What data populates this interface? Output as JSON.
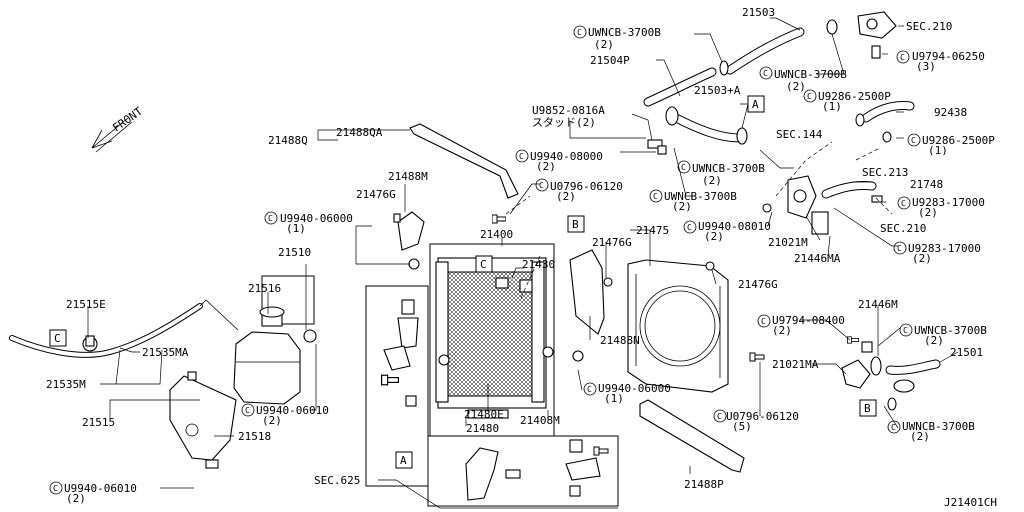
{
  "diagram": {
    "drawing_id": "J21401CH",
    "front_label": "FRONT",
    "labels": {
      "sec210_top": "SEC.210",
      "p21503": "21503",
      "uwncb_top": "UWNCB-3700B",
      "uwncb_top_q": "(2)",
      "u9794_top": "U9794-06250",
      "u9794_top_q": "(3)",
      "p21504p": "21504P",
      "uwncb_2": "UWNCB-3700B",
      "uwncb_2_q": "(2)",
      "u9286_a": "U9286-2500P",
      "u9286_a_q": "(1)",
      "p21503a": "21503+A",
      "p92438": "92438",
      "u9852": "U9852-0816A",
      "u9852_sub": "スタッド(2)",
      "sec144": "SEC.144",
      "u9286_b": "U9286-2500P",
      "u9286_b_q": "(1)",
      "p21488q": "21488Q",
      "p21488qa": "21488QA",
      "u9940_08000": "U9940-08000",
      "u9940_08000_q": "(2)",
      "uwncb_3": "UWNCB-3700B",
      "uwncb_3_q": "(2)",
      "sec213": "SEC.213",
      "p21488m": "21488M",
      "u0796_top": "U0796-06120",
      "u0796_top_q": "(2)",
      "uwncb_4": "UWNCB-3700B",
      "uwncb_4_q": "(2)",
      "p21748": "21748",
      "p21476g_a": "21476G",
      "u9283_a": "U9283-17000",
      "u9283_a_q": "(2)",
      "u9940_06000_a": "U9940-06000",
      "u9940_06000_a_q": "(1)",
      "u9940_08010": "U9940-08010",
      "u9940_08010_q": "(2)",
      "sec210_mid": "SEC.210",
      "p21475": "21475",
      "p21021m": "21021M",
      "p21400": "21400",
      "p21476g_b": "21476G",
      "u9283_b": "U9283-17000",
      "u9283_b_q": "(2)",
      "p21446ma": "21446MA",
      "p21510": "21510",
      "p21430": "21430",
      "p21476g_c": "21476G",
      "p21516": "21516",
      "p21515e": "21515E",
      "p21446m": "21446M",
      "u9794_mid": "U9794-08400",
      "u9794_mid_q": "(2)",
      "uwncb_5": "UWNCB-3700B",
      "uwncb_5_q": "(2)",
      "p21535ma": "21535MA",
      "p21488n": "21488N",
      "p21501": "21501",
      "p21021ma": "21021MA",
      "p21535m": "21535M",
      "u9940_06000_b": "U9940-06000",
      "u9940_06000_b_q": "(1)",
      "p21515": "21515",
      "u9940_06010_a": "U9940-06010",
      "u9940_06010_a_q": "(2)",
      "p21480e": "21480E",
      "p21408m": "21408M",
      "p21480": "21480",
      "u0796_bot": "U0796-06120",
      "u0796_bot_q": "(5)",
      "uwncb_6": "UWNCB-3700B",
      "uwncb_6_q": "(2)",
      "p21518": "21518",
      "sec625": "SEC.625",
      "u9940_06010_b": "U9940-06010",
      "u9940_06010_b_q": "(2)",
      "p21488p": "21488P"
    },
    "callouts": {
      "a_top": "A",
      "a_bot": "A",
      "b_mid": "B",
      "b_right": "B",
      "c_left": "C",
      "c_rad": "C"
    },
    "circle_mark": "C"
  }
}
